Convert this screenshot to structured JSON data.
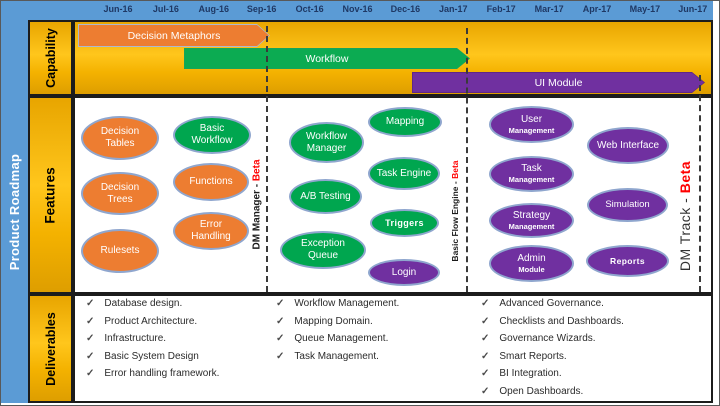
{
  "sidebar": {
    "title": "Product Roadmap"
  },
  "timeline": {
    "months": [
      "Jun-16",
      "Jul-16",
      "Aug-16",
      "Sep-16",
      "Oct-16",
      "Nov-16",
      "Dec-16",
      "Jan-17",
      "Feb-17",
      "Mar-17",
      "Apr-17",
      "May-17",
      "Jun-17"
    ]
  },
  "rows": {
    "capability": "Capability",
    "features": "Features",
    "deliverables": "Deliverables"
  },
  "capability": {
    "bars": [
      {
        "label": "Decision Metaphors",
        "color": "#ED7D31"
      },
      {
        "label": "Workflow",
        "color": "#0CAB52"
      },
      {
        "label": "UI Module",
        "color": "#7030A0"
      }
    ]
  },
  "features": {
    "dm": {
      "decision_tables": "Decision Tables",
      "basic_workflow": "Basic Workflow",
      "decision_trees": "Decision Trees",
      "functions": "Functions",
      "error_handling": "Error Handling",
      "rulesets": "Rulesets"
    },
    "flow": {
      "workflow_manager": "Workflow Manager",
      "mapping": "Mapping",
      "task_engine": "Task Engine",
      "ab_testing": "A/B Testing",
      "triggers": "Triggers",
      "exception_queue": "Exception Queue",
      "login": "Login"
    },
    "track": {
      "user_management": {
        "main": "User",
        "sub": "Management"
      },
      "task_management": {
        "main": "Task",
        "sub": "Management"
      },
      "strategy_management": {
        "main": "Strategy",
        "sub": "Management"
      },
      "admin_module": {
        "main": "Admin",
        "sub": "Module"
      },
      "web_interface": "Web Interface",
      "simulation": "Simulation",
      "reports": "Reports"
    }
  },
  "milestones": {
    "dm": {
      "name": "DM Manager -",
      "beta": "Beta"
    },
    "flow": {
      "name": "Basic Flow Engine -",
      "beta": "Beta"
    },
    "track": {
      "name": "DM Track -",
      "beta": "Beta"
    }
  },
  "deliverables": {
    "check": "✓",
    "columns": [
      [
        "Database design.",
        "Product Architecture.",
        "Infrastructure.",
        "Basic System Design",
        "Error handling framework."
      ],
      [
        "Workflow Management.",
        "Mapping Domain.",
        "Queue Management.",
        "Task Management."
      ],
      [
        "Advanced Governance.",
        "Checklists and Dashboards.",
        "Governance  Wizards.",
        "Smart Reports.",
        "BI Integration.",
        "Open Dashboards."
      ]
    ]
  },
  "colors": {
    "chrome_blue": "#5B9BD5",
    "gold": "#F2B200",
    "orange": "#ED7D31",
    "green": "#00A64F",
    "purple": "#7030A0",
    "beta_red": "#FF0000",
    "month_text": "#1F3864"
  }
}
